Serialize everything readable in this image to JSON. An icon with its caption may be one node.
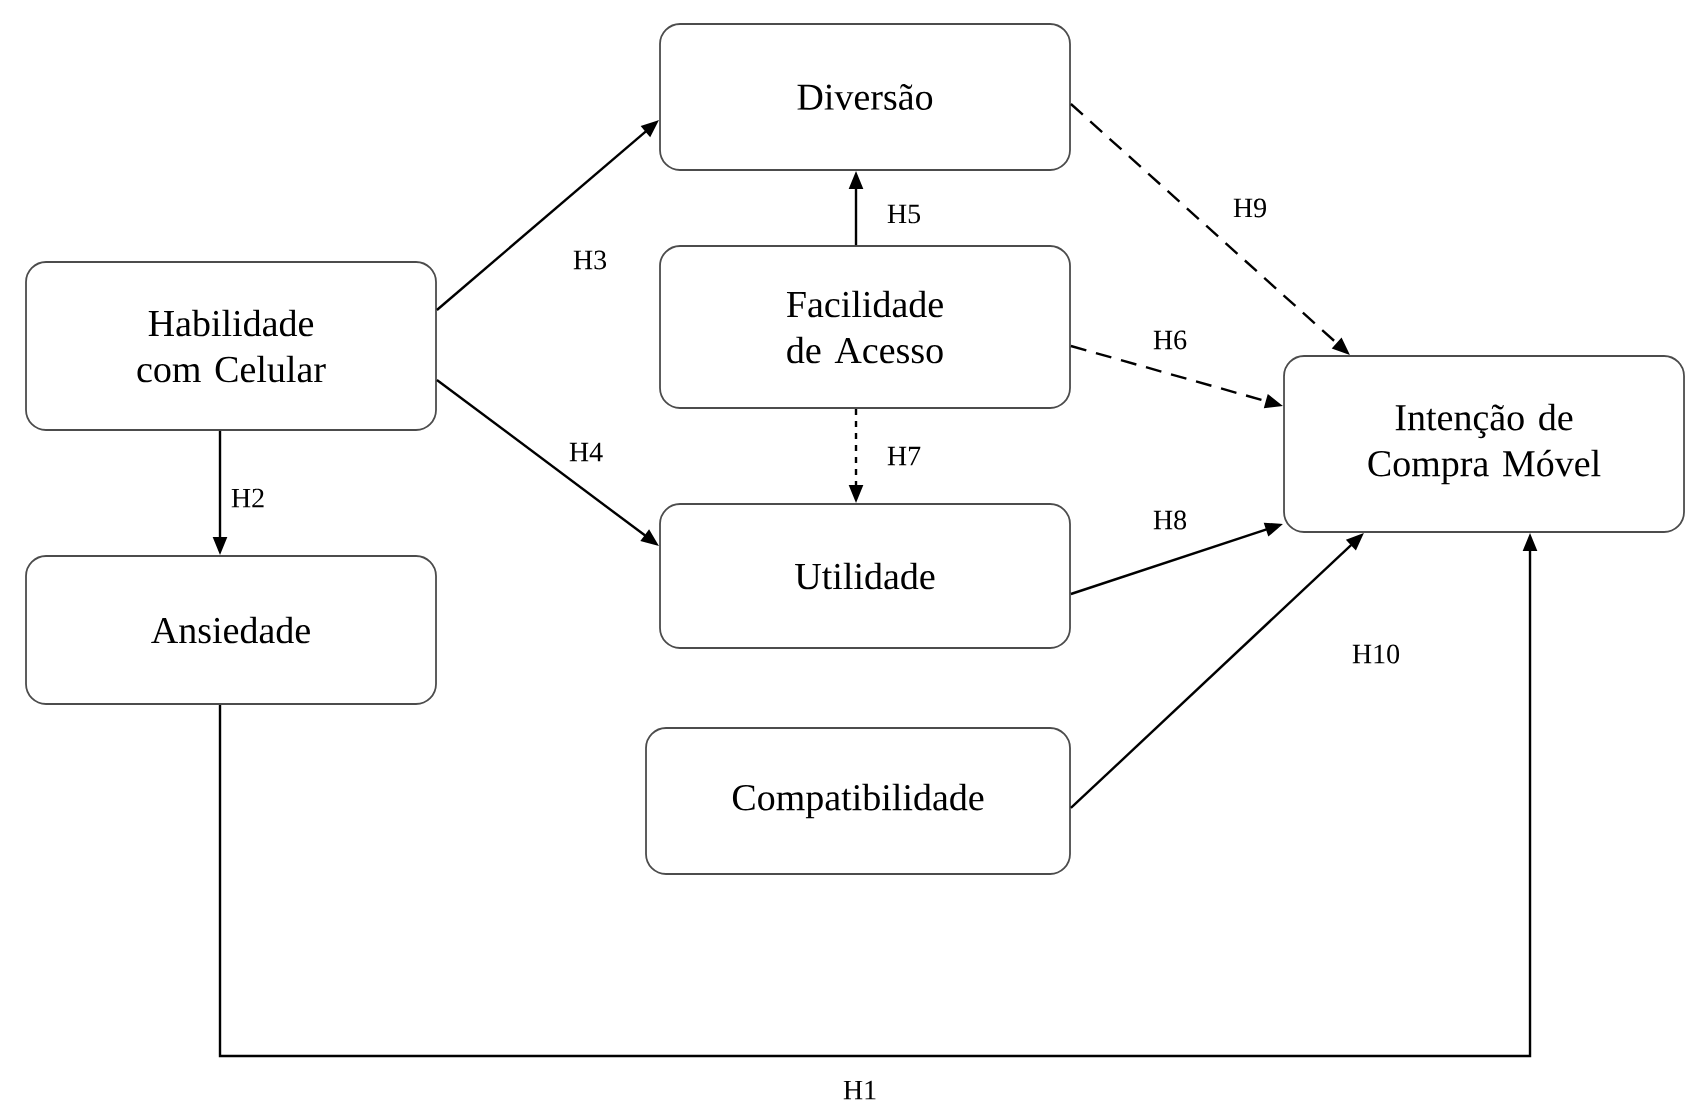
{
  "diagram": {
    "nodes": [
      {
        "text": [
          "Diversão"
        ]
      },
      {
        "text": [
          "Habilidade com Celular"
        ]
      },
      {
        "text": [
          "Facilidade de Acesso"
        ]
      },
      {
        "text": [
          "Intenção de Compra Móvel"
        ]
      },
      {
        "text": [
          "Utilidade"
        ]
      },
      {
        "text": [
          "Ansiedade"
        ]
      },
      {
        "text": [
          "Compatibilidade"
        ]
      }
    ],
    "edges": [
      {
        "from": 1,
        "to": 0,
        "arrow": "to",
        "label": "H3"
      },
      {
        "from": 1,
        "to": 4,
        "arrow": "to",
        "label": "H4"
      },
      {
        "from": 1,
        "to": 5,
        "arrow": "to",
        "label": "H2"
      },
      {
        "from": 2,
        "to": 0,
        "arrow": "to",
        "label": "H5"
      },
      {
        "from": 2,
        "to": 4,
        "arrow": "to",
        "label": "H7",
        "style": "dashed"
      },
      {
        "from": 0,
        "to": 3,
        "arrow": "to",
        "label": "H9",
        "style": "dashed"
      },
      {
        "from": 2,
        "to": 3,
        "arrow": "to",
        "label": "H6",
        "style": "dashed"
      },
      {
        "from": 4,
        "to": 3,
        "arrow": "to",
        "label": "H8"
      },
      {
        "from": 6,
        "to": 3,
        "arrow": "to",
        "label": "H10"
      },
      {
        "from": 5,
        "to": 3,
        "arrow": "to",
        "label": "H1"
      }
    ]
  }
}
